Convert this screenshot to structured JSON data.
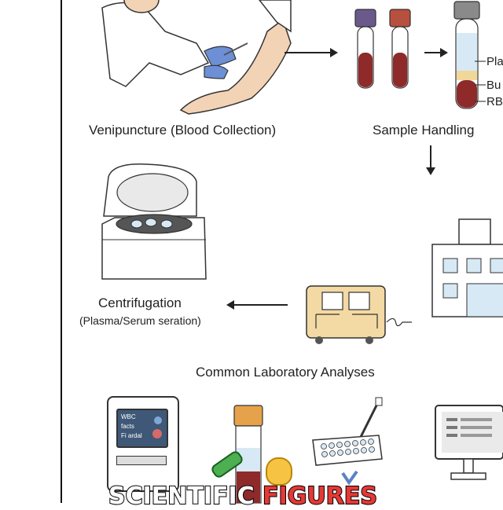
{
  "steps": {
    "venipuncture": {
      "caption": "Venipuncture (Blood Collection)"
    },
    "sample_handling": {
      "caption": "Sample Handling"
    },
    "centrifugation": {
      "caption": "Centrifugation",
      "subcaption": "(Plasma/Serum seration)"
    },
    "analyses": {
      "caption": "Common Laboratory Analyses"
    }
  },
  "tube_layers": {
    "plasma": "Pla",
    "buffy": "Bu",
    "rbc": "RB"
  },
  "analyzer_screen": {
    "line1": "WBC",
    "line2": "facts",
    "line3": "Fi ardal"
  },
  "banner": {
    "word1": "SCIENTIFIC",
    "word2": "FIGURES"
  },
  "colors": {
    "blood": "#8e2a2a",
    "plasma": "#f2d79a",
    "tube_cap_purple": "#6a5a8c",
    "tube_cap_red": "#b8503f",
    "glove": "#6c8fd6",
    "lab_building_blue": "#d7e9f4",
    "cart_yellow": "#f3d9a3",
    "banner_red": "#e53935"
  }
}
